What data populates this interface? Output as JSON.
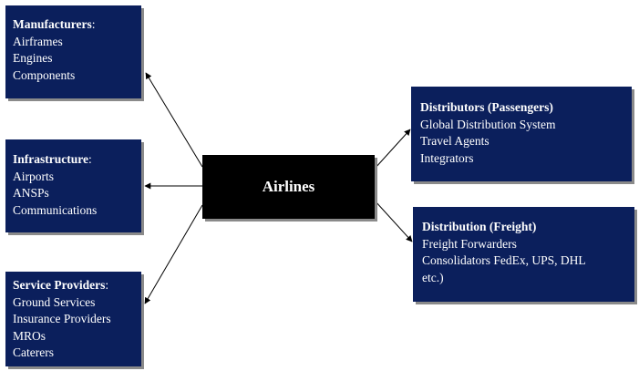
{
  "center": {
    "label": "Airlines"
  },
  "manufacturers": {
    "title": "Manufacturers",
    "suffix": ":",
    "items": [
      "Airframes",
      "Engines",
      "Components"
    ]
  },
  "infrastructure": {
    "title": "Infrastructure",
    "suffix": ":",
    "items": [
      "Airports",
      "ANSPs",
      "Communications"
    ]
  },
  "service_providers": {
    "title": "Service Providers",
    "suffix": ":",
    "items": [
      "Ground Services",
      "Insurance Providers",
      "MROs",
      "Caterers"
    ]
  },
  "distributors_passengers": {
    "title": "Distributors (Passengers)",
    "items": [
      "Global Distribution System",
      "Travel Agents",
      "Integrators"
    ]
  },
  "distribution_freight": {
    "title": "Distribution (Freight)",
    "items": [
      "Freight Forwarders",
      "Consolidators FedEx, UPS, DHL",
      "etc.)"
    ]
  },
  "colors": {
    "box_fill": "#0b1f5c",
    "center_fill": "#000000",
    "shadow": "#8a8a8a",
    "arrow": "#000000"
  }
}
